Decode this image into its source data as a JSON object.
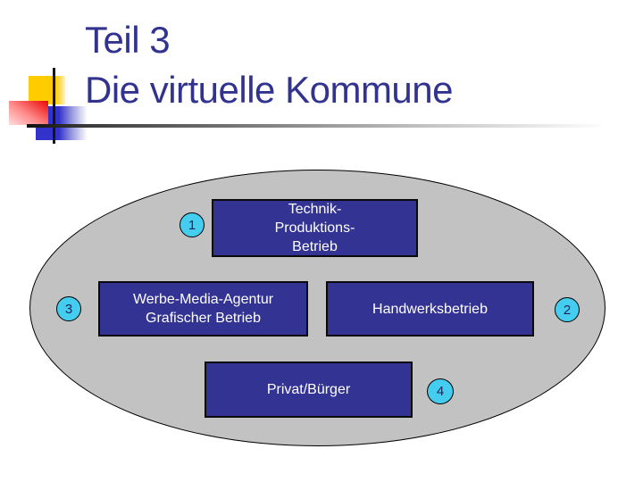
{
  "slide": {
    "title": {
      "line1": "Teil 3",
      "line2": "Die virtuelle Kommune"
    }
  },
  "diagram": {
    "container": "ellipse",
    "nodes": [
      {
        "name": "technik-produktions-betrieb",
        "badge": "1",
        "lines": [
          "Technik-",
          "Produktions-",
          "Betrieb"
        ]
      },
      {
        "name": "werbe-media-agentur",
        "badge": "3",
        "lines": [
          "Werbe-Media-Agentur",
          "Grafischer Betrieb"
        ]
      },
      {
        "name": "handwerksbetrieb",
        "badge": "2",
        "lines": [
          "Handwerksbetrieb"
        ]
      },
      {
        "name": "privat-buerger",
        "badge": "4",
        "lines": [
          "Privat/Bürger"
        ]
      }
    ]
  },
  "colors": {
    "title_text": "#31338E",
    "box_fill": "#333394",
    "box_text": "#FFFFFF",
    "ellipse_fill": "#C2C2C2",
    "badge_fill": "#45CDEF",
    "badge_text": "#1A255C",
    "accent_yellow": "#FFCC00",
    "accent_red": "#EE1111",
    "accent_blue": "#3333CC"
  }
}
